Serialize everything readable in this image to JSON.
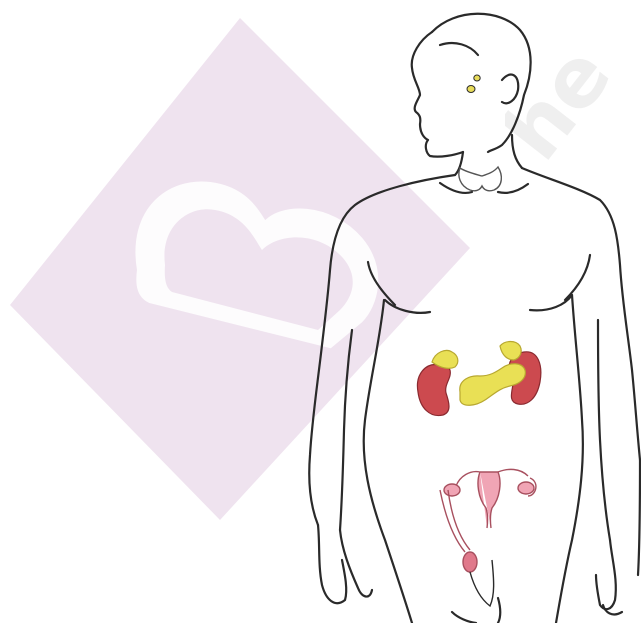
{
  "watermark": {
    "text": "he",
    "logo_color": "#efe3ef",
    "logo_inner_color": "#ffffff"
  },
  "figure": {
    "outline_color": "#2a2a2a",
    "skin_color": "#ffffff",
    "organs": [
      {
        "name": "pituitary-gland",
        "color": "#e8dc5a"
      },
      {
        "name": "thyroid-gland",
        "color": "#ffffff"
      },
      {
        "name": "adrenal-glands",
        "color": "#e9e055"
      },
      {
        "name": "kidneys",
        "color": "#cc4a4f"
      },
      {
        "name": "pancreas",
        "color": "#e9e055"
      },
      {
        "name": "uterus-ovaries",
        "color": "#f0a5b5"
      },
      {
        "name": "testis",
        "color": "#e0798b"
      }
    ]
  }
}
